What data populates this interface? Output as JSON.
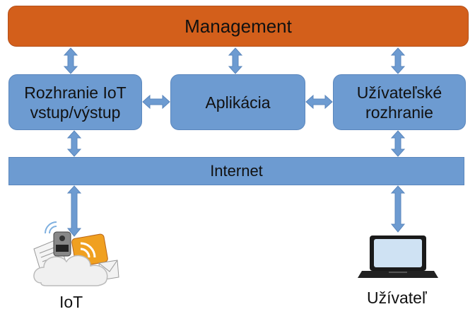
{
  "diagram": {
    "management": "Management",
    "boxes": [
      {
        "line1": "Rozhranie IoT",
        "line2": "vstup/výstup"
      },
      {
        "line1": "Aplikácia",
        "line2": ""
      },
      {
        "line1": "Užívateľské",
        "line2": "rozhranie"
      }
    ],
    "internet": "Internet",
    "endpoints": {
      "iot": "IoT",
      "user": "Užívateľ"
    },
    "colors": {
      "management": "#d35f1b",
      "blocks": "#6d9bd1",
      "arrows": "#6d9bd1"
    }
  }
}
